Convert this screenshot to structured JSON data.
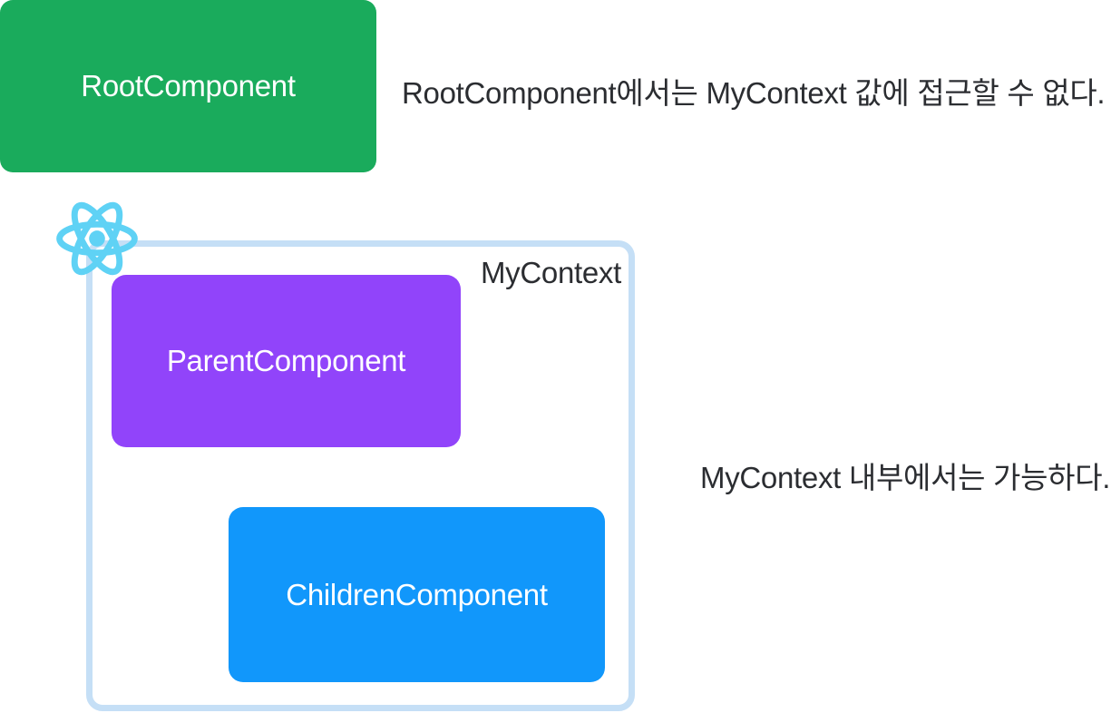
{
  "canvas": {
    "background": "#ffffff"
  },
  "colors": {
    "root_green": "#1AAB5C",
    "parent_purple": "#9144FA",
    "children_blue": "#1197FB",
    "context_border_blue": "#C5DFF6",
    "react_cyan": "#5FD2F5",
    "text_dark": "#2B2D31",
    "box_label_white": "#FFFFFF"
  },
  "diagram": {
    "root_component": {
      "label": "RootComponent"
    },
    "context_container": {
      "label": "MyContext"
    },
    "parent_component": {
      "label": "ParentComponent"
    },
    "children_component": {
      "label": "ChildrenComponent"
    },
    "icons": {
      "react_logo": "react-atom-logo"
    },
    "annotations": {
      "root_no_access": "RootComponent에서는 MyContext 값에 접근할 수 없다.",
      "context_possible": "MyContext 내부에서는 가능하다."
    }
  }
}
